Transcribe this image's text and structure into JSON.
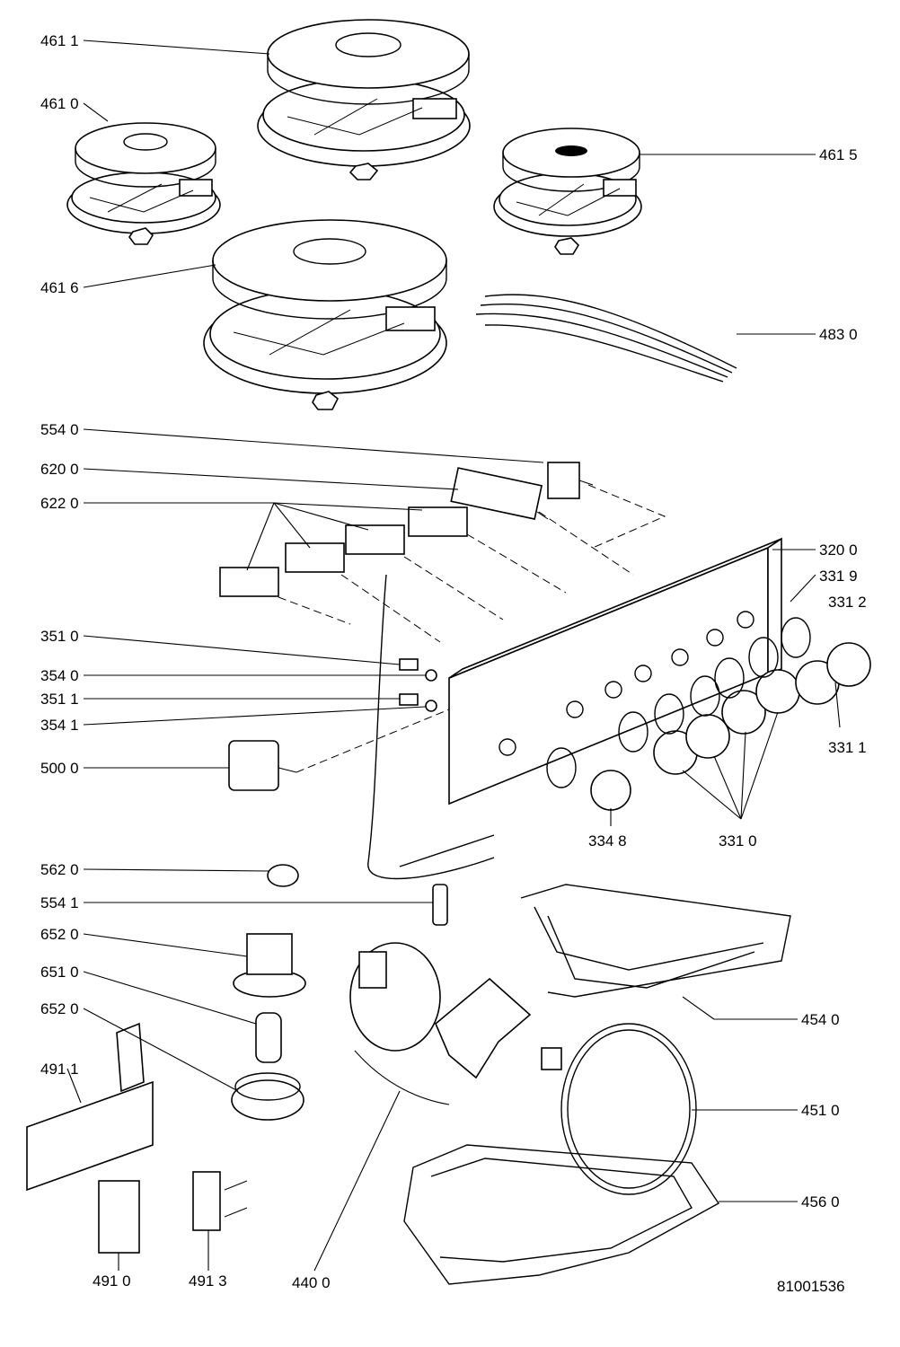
{
  "labels": {
    "l4611": "461 1",
    "l4610": "461 0",
    "l4615": "461 5",
    "l4616": "461 6",
    "l4830": "483 0",
    "l5540": "554 0",
    "l6200": "620 0",
    "l6220": "622 0",
    "l3200": "320 0",
    "l3319": "331 9",
    "l3312": "331 2",
    "l3311": "331 1",
    "l3510": "351 0",
    "l3540": "354 0",
    "l3511": "351 1",
    "l3541": "354 1",
    "l5000": "500 0",
    "l3348": "334 8",
    "l3310": "331 0",
    "l5620": "562 0",
    "l5541": "554 1",
    "l6520a": "652 0",
    "l6510": "651 0",
    "l6520b": "652 0",
    "l4911": "491 1",
    "l4540": "454 0",
    "l4510": "451 0",
    "l4560": "456 0",
    "l4910": "491 0",
    "l4913": "491 3",
    "l4400": "440 0"
  },
  "drawing_number": "81001536"
}
